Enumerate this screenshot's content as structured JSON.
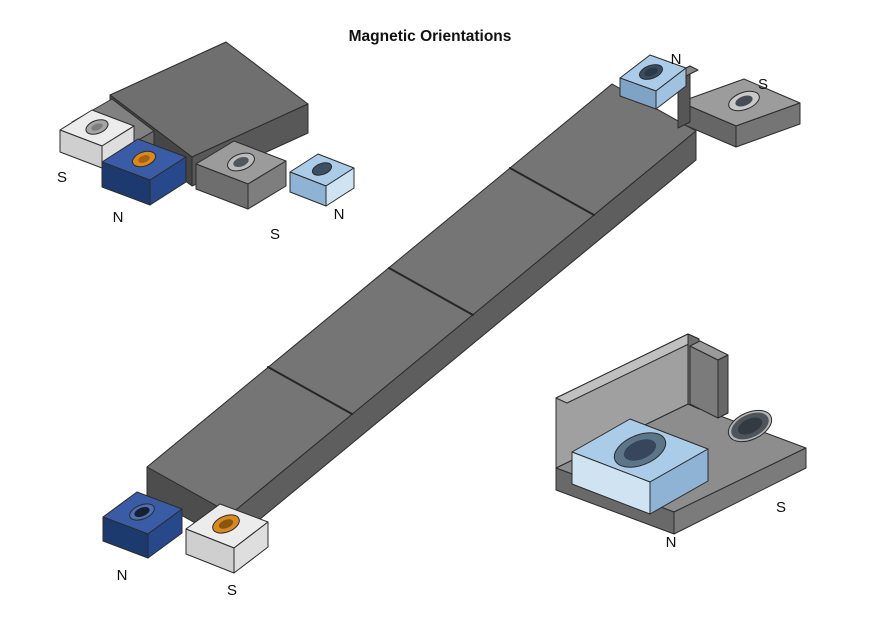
{
  "title": "Magnetic Orientations",
  "palette": {
    "background": "#ffffff",
    "edge": "#2c2c2c",
    "beam_top_gray": "#757575",
    "beam_side_gray": "#5e5e5e",
    "beam_end_gray": "#4d4d4d",
    "magnet_dark_blue_top": "#3a5ca6",
    "magnet_dark_blue_front": "#1d3a6e",
    "magnet_dark_blue_side": "#27488a",
    "magnet_light_blue_top": "#aacce8",
    "magnet_light_blue_front": "#cfe3f2",
    "magnet_light_blue_side": "#8fb3d4",
    "counterbore_orange": "#d98a1f",
    "steel_white": "#ececec"
  },
  "labels": {
    "detail_top_left": {
      "s_outer": "S",
      "n_dark": "N",
      "s_center": "S",
      "n_light": "N"
    },
    "beam_top_right": {
      "n": "N",
      "s": "S"
    },
    "beam_bottom_left": {
      "n": "N",
      "s": "S"
    },
    "detail_bottom_right": {
      "n": "N",
      "s": "S"
    }
  }
}
